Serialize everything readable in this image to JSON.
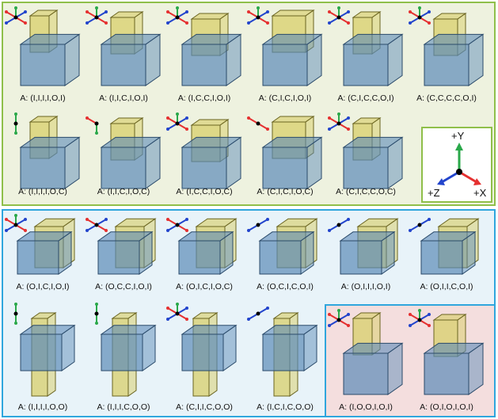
{
  "colors": {
    "top_panel_bg": "#eef2df",
    "top_panel_border": "#8fbf4a",
    "bottom_panel_bg": "#e8f3f9",
    "bottom_panel_border": "#2fa6dd",
    "red_panel_bg": "#f4dede",
    "cube_blue": "#5b8ab8",
    "block_yellow": "#d8cf6a",
    "axis_x": "#e53030",
    "axis_y": "#2aa84a",
    "axis_z": "#2244cc"
  },
  "legend": {
    "y_label": "+Y",
    "z_label": "+Z",
    "x_label": "+X"
  },
  "top_row1": [
    {
      "caption": "A: (I,I,I,I,O,I)",
      "axis_icon": "xyz-triad-icon"
    },
    {
      "caption": "A: (I,I,C,I,O,I)",
      "axis_icon": "xyz-triad-icon"
    },
    {
      "caption": "A: (I,C,C,I,O,I)",
      "axis_icon": "xyz-triad-icon"
    },
    {
      "caption": "A: (C,I,C,I,O,I)",
      "axis_icon": "xyz-triad-icon"
    },
    {
      "caption": "A: (C,I,C,C,O,I)",
      "axis_icon": "xyz-triad-icon"
    },
    {
      "caption": "A: (C,C,C,C,O,I)",
      "axis_icon": "xyz-triad-icon"
    }
  ],
  "top_row2": [
    {
      "caption": "A: (I,I,I,I,O,C)",
      "axis_icon": "y-axis-icon"
    },
    {
      "caption": "A: (I,I,C,I,O,C)",
      "axis_icon": "xy-axis-icon"
    },
    {
      "caption": "A: (I,C,C,I,O,C)",
      "axis_icon": "xyz-triad-icon"
    },
    {
      "caption": "A: (C,I,C,I,O,C)",
      "axis_icon": "x-axis-icon"
    },
    {
      "caption": "A: (C,I,C,C,O,C)",
      "axis_icon": "xyz-triad-icon"
    }
  ],
  "bottom_row1": [
    {
      "caption": "A: (O,I,C,I,O,I)",
      "axis_icon": "xyz-triad-icon"
    },
    {
      "caption": "A: (O,C,C,I,O,I)",
      "axis_icon": "xz-axis-icon"
    },
    {
      "caption": "A: (O,I,C,I,O,C)",
      "axis_icon": "xz-axis-icon"
    },
    {
      "caption": "A: (O,C,I,C,O,I)",
      "axis_icon": "z-axis-icon"
    },
    {
      "caption": "A: (O,I,I,I,O,I)",
      "axis_icon": "z-axis-icon"
    },
    {
      "caption": "A: (O,I,I,C,O,I)",
      "axis_icon": "z-axis-icon"
    }
  ],
  "bottom_row2": [
    {
      "caption": "A: (I,I,I,I,O,O)",
      "axis_icon": "y-axis-icon"
    },
    {
      "caption": "A: (I,I,I,C,O,O)",
      "axis_icon": "y-axis-icon"
    },
    {
      "caption": "A: (C,I,I,C,O,O)",
      "axis_icon": "xyz-triad-icon"
    },
    {
      "caption": "A: (I,C,I,C,O,O)",
      "axis_icon": "z-axis-icon"
    }
  ],
  "red_row": [
    {
      "caption": "A: (I,O,O,I,O,I)",
      "axis_icon": "xyz-triad-icon"
    },
    {
      "caption": "A: (O,I,O,I,O,I)",
      "axis_icon": "xyz-triad-icon"
    }
  ]
}
